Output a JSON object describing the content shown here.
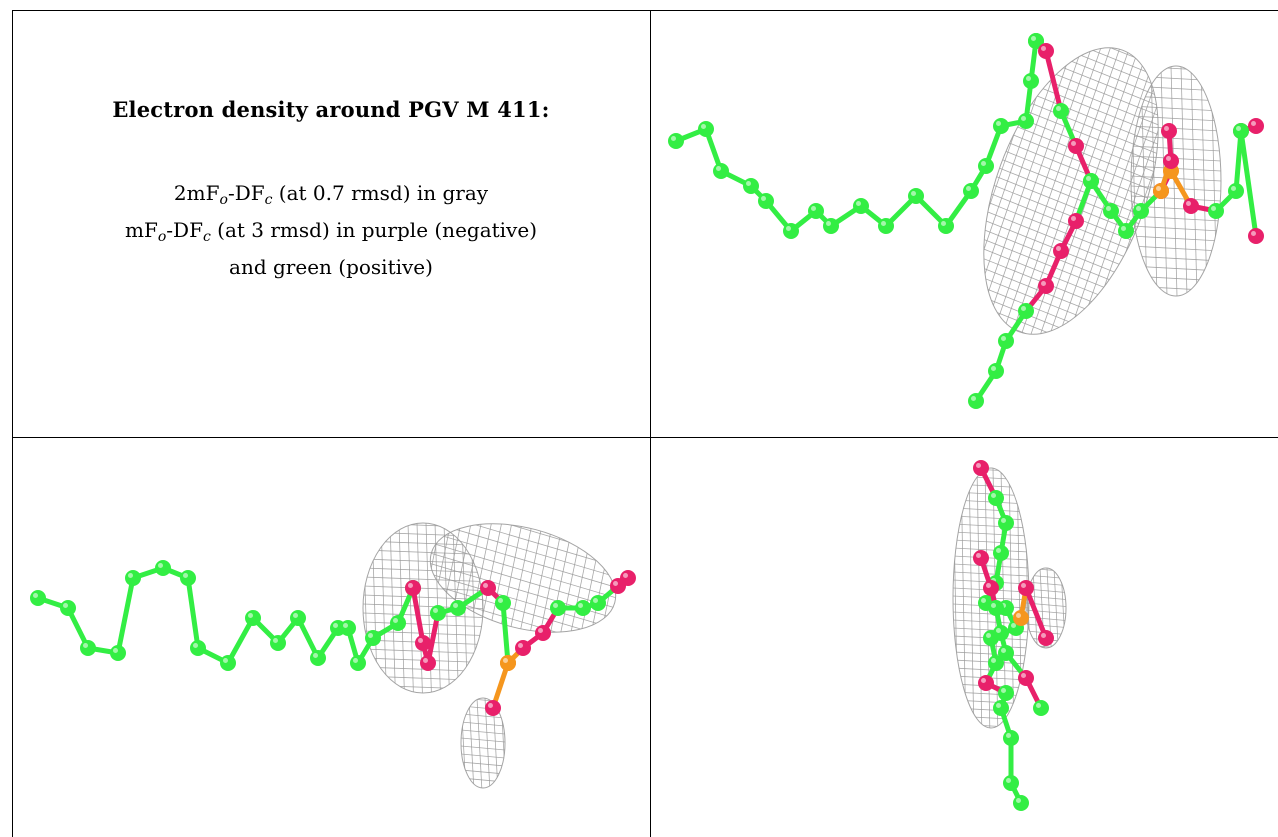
{
  "caption": {
    "heading": "Electron density around PGV M 411:",
    "line1": {
      "before": "2mF",
      "sub_o": "o",
      "middle": "-DF",
      "sub_c": "c",
      "after": " (at 0.7 rmsd) in gray"
    },
    "line2": {
      "before": "mF",
      "sub_o": "o",
      "middle": "-DF",
      "sub_c": "c",
      "after": " (at 3 rmsd) in purple (negative)"
    },
    "line3": "and green (positive)"
  },
  "colors": {
    "carbon": "#33ee44",
    "oxygen": "#e8206a",
    "phosphorus": "#f5961e",
    "mesh": "#9a9a9a",
    "grid": "#000000"
  },
  "panels": [
    {
      "name": "view-top-right"
    },
    {
      "name": "view-bottom-left"
    },
    {
      "name": "view-bottom-right"
    }
  ]
}
